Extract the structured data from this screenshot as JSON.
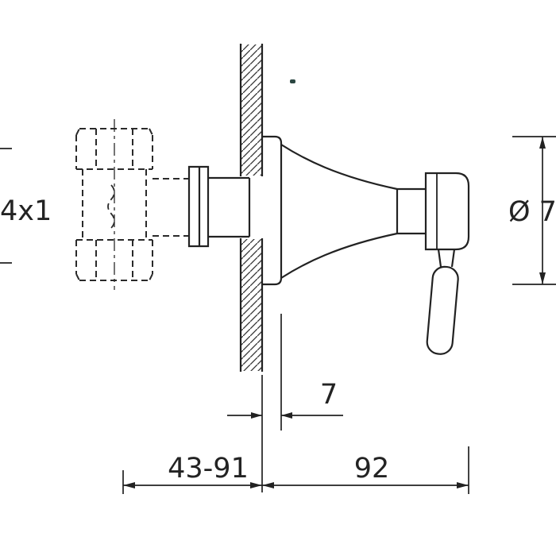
{
  "page": {
    "background": "#ffffff",
    "line_color": "#222222"
  },
  "drawing": {
    "type": "technical-dimension-drawing",
    "subject": "wall-mounted concealed valve trim with trumpet escutcheon and lever handle, side view with wall section",
    "dimensions": {
      "thread_label": "4x1",
      "diameter_label": "Ø 7",
      "escutcheon_depth": "7",
      "rough_in_range": "43-91",
      "projection": "92"
    }
  }
}
